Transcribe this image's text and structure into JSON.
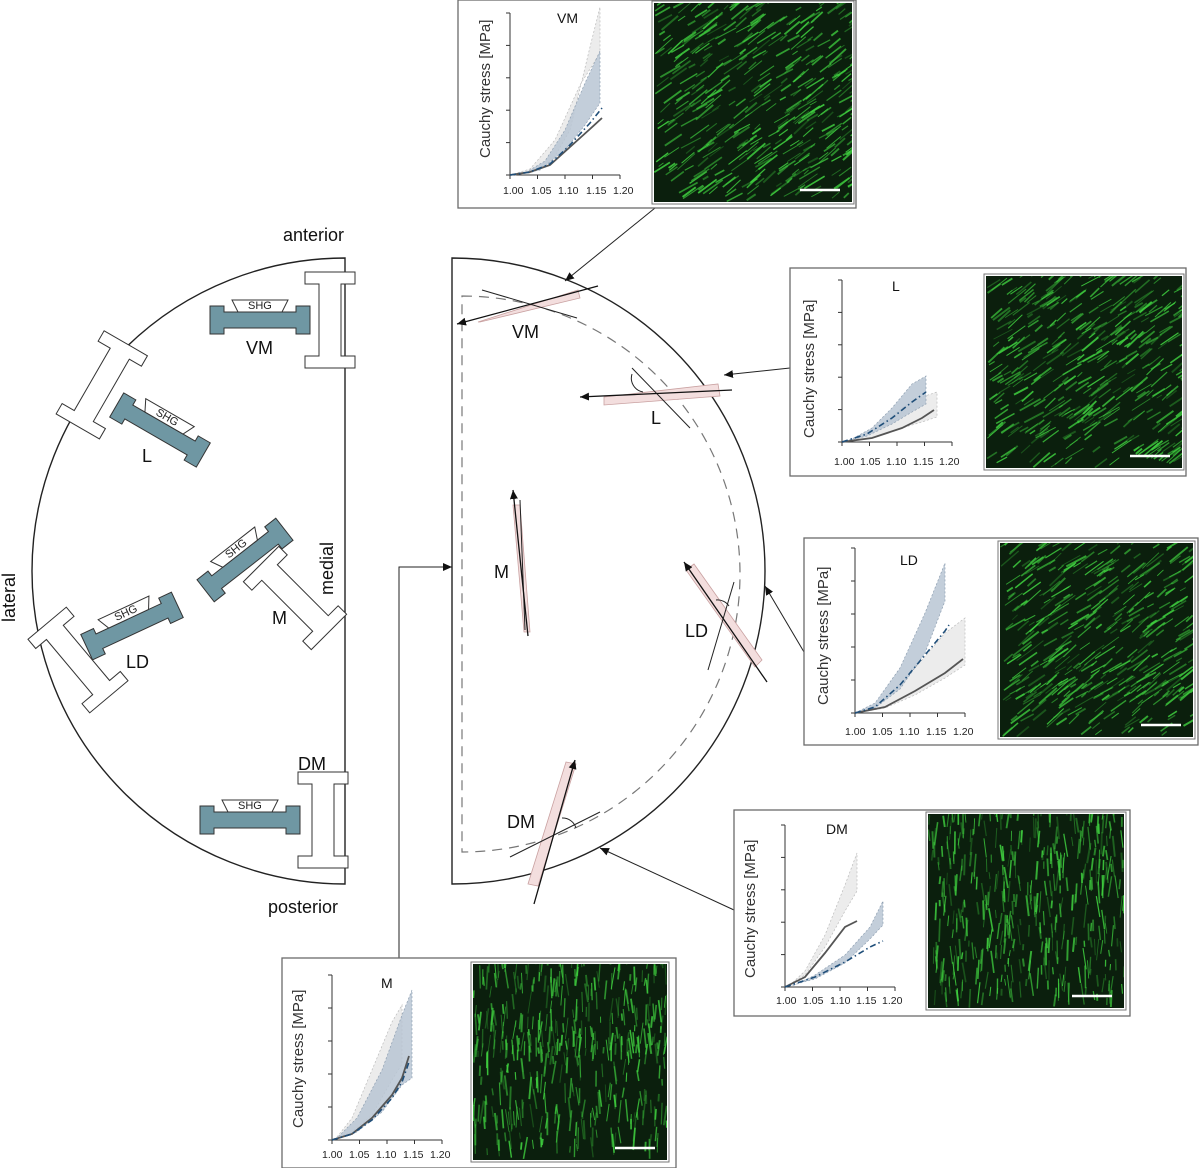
{
  "left_diagram": {
    "orientation": {
      "anterior": "anterior",
      "posterior": "posterior",
      "lateral": "lateral",
      "medial": "medial"
    },
    "specimens": [
      {
        "label": "VM",
        "shg": "SHG"
      },
      {
        "label": "L",
        "shg": "SHG"
      },
      {
        "label": "M",
        "shg": "SHG"
      },
      {
        "label": "LD",
        "shg": "SHG"
      },
      {
        "label": "DM",
        "shg": "SHG"
      }
    ]
  },
  "center_diagram": {
    "labels": [
      "VM",
      "L",
      "M",
      "LD",
      "DM"
    ]
  },
  "panels": [
    {
      "key": "VM",
      "title": "VM",
      "ylabel": "Cauchy stress [MPa]",
      "xticks": [
        "1.00",
        "1.05",
        "1.10",
        "1.15",
        "1.20"
      ],
      "image": "green-fiber-micrograph"
    },
    {
      "key": "L",
      "title": "L",
      "ylabel": "Cauchy stress [MPa]",
      "xticks": [
        "1.00",
        "1.05",
        "1.10",
        "1.15",
        "1.20"
      ],
      "image": "green-fiber-micrograph"
    },
    {
      "key": "LD",
      "title": "LD",
      "ylabel": "Cauchy stress [MPa]",
      "xticks": [
        "1.00",
        "1.05",
        "1.10",
        "1.15",
        "1.20"
      ],
      "image": "green-fiber-micrograph"
    },
    {
      "key": "DM",
      "title": "DM",
      "ylabel": "Cauchy stress [MPa]",
      "xticks": [
        "1.00",
        "1.05",
        "1.10",
        "1.15",
        "1.20"
      ],
      "image": "green-fiber-micrograph"
    },
    {
      "key": "M",
      "title": "M",
      "ylabel": "Cauchy stress [MPa]",
      "xticks": [
        "1.00",
        "1.05",
        "1.10",
        "1.15",
        "1.20"
      ],
      "image": "green-fiber-micrograph"
    }
  ],
  "colors": {
    "specimen_fill": "#6f97a3",
    "micrograph_bg": "#0b1f0d",
    "fiber": "#3fcf3f",
    "band_dark": "#b9c6d4",
    "band_light": "#ececec",
    "curve_solid": "#555555",
    "curve_dashdot": "#1f4e79"
  }
}
